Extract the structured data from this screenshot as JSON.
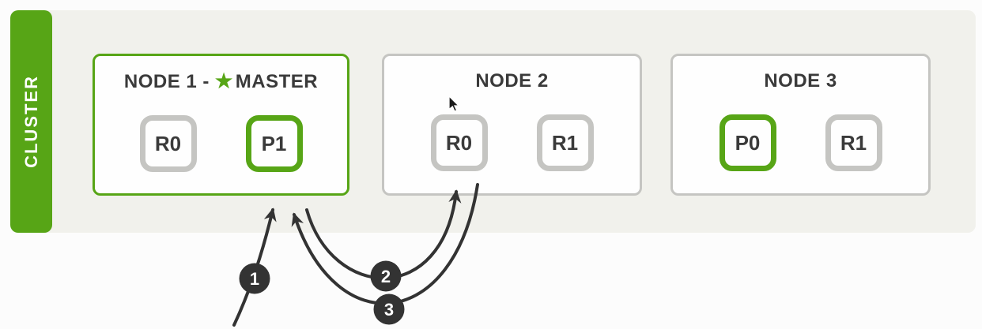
{
  "colors": {
    "green": "#57a516",
    "band": "#f1f1ec",
    "bg": "#fcfcfc",
    "node_fill": "#fefefe",
    "replica_border": "#c5c5c2",
    "text_dark": "#3a3a3a",
    "arrow": "#333333",
    "white": "#ffffff"
  },
  "cluster": {
    "label": "CLUSTER"
  },
  "nodes": [
    {
      "title_prefix": "NODE 1 -",
      "title_star": "★",
      "title_suffix": "MASTER",
      "shards": [
        {
          "label": "R0",
          "type": "replica"
        },
        {
          "label": "P1",
          "type": "primary"
        }
      ]
    },
    {
      "title": "NODE 2",
      "shards": [
        {
          "label": "R0",
          "type": "replica"
        },
        {
          "label": "R1",
          "type": "replica"
        }
      ]
    },
    {
      "title": "NODE 3",
      "shards": [
        {
          "label": "P0",
          "type": "primary"
        },
        {
          "label": "R1",
          "type": "replica"
        }
      ]
    }
  ],
  "steps": [
    {
      "number": "1"
    },
    {
      "number": "2"
    },
    {
      "number": "3"
    }
  ]
}
